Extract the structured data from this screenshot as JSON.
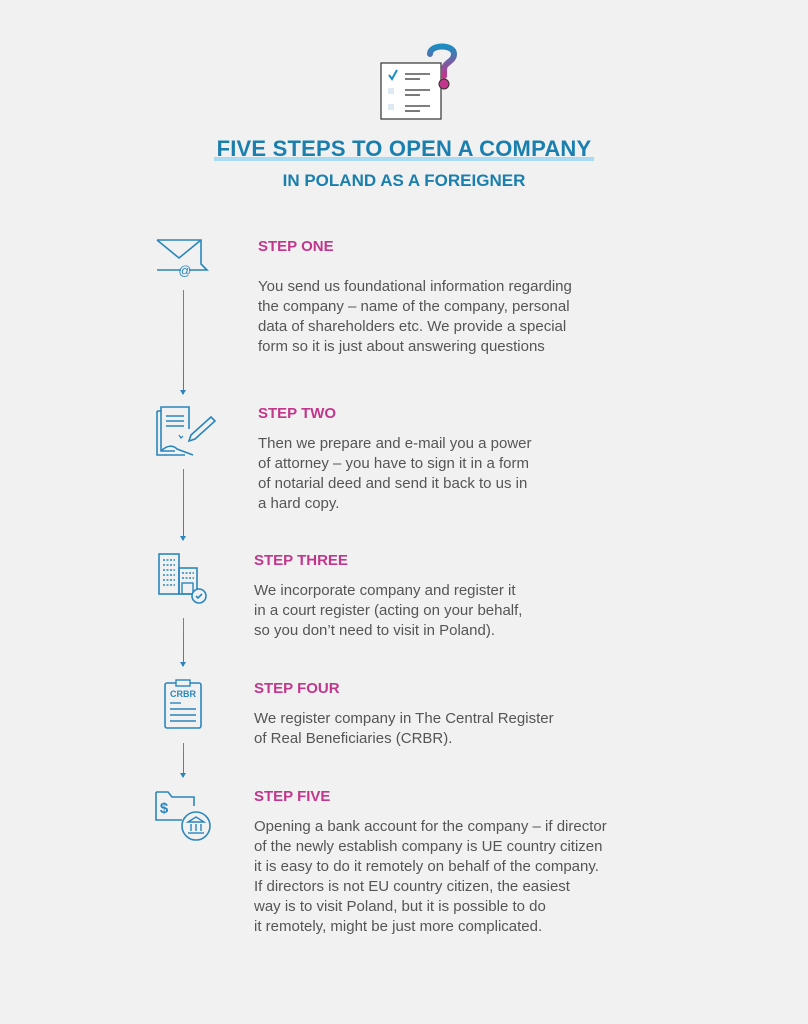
{
  "header": {
    "icon": "checklist-question-icon",
    "title": "FIVE STEPS TO OPEN A COMPANY",
    "subtitle": "IN POLAND AS A FOREIGNER"
  },
  "colors": {
    "title_blue": "#1a7fae",
    "step_pink": "#c2378c",
    "icon_blue": "#2a86bd",
    "body_text": "#555555",
    "background": "#f1f1f1"
  },
  "steps": [
    {
      "icon": "envelope-at-icon",
      "title": "STEP ONE",
      "text": "You send us foundational information regarding\nthe company – name of the company, personal\ndata of shareholders etc. We provide a special\nform so it is just about answering questions"
    },
    {
      "icon": "document-sign-icon",
      "title": "STEP TWO",
      "text": "Then we prepare and e-mail you a power\nof attorney – you have to sign it in a form\nof notarial deed and send it back to us in\na hard copy."
    },
    {
      "icon": "building-check-icon",
      "title": "STEP THREE",
      "text": "We incorporate company and register it\nin a court register (acting on your behalf,\nso you don’t need to visit in Poland)."
    },
    {
      "icon": "crbr-clipboard-icon",
      "title": "STEP FOUR",
      "clipboard_label": "CRBR",
      "text": "We register company in The Central Register\nof Real Beneficiaries (CRBR)."
    },
    {
      "icon": "bank-folder-icon",
      "title": "STEP FIVE",
      "currency_symbol": "$",
      "text": "Opening a bank account for the company – if director\nof the newly establish company is UE country citizen\nit is easy to do it remotely on behalf of the company.\nIf directors is not EU country citizen, the easiest\nway is to visit Poland, but it is possible to do\nit remotely, might be just more complicated."
    }
  ]
}
